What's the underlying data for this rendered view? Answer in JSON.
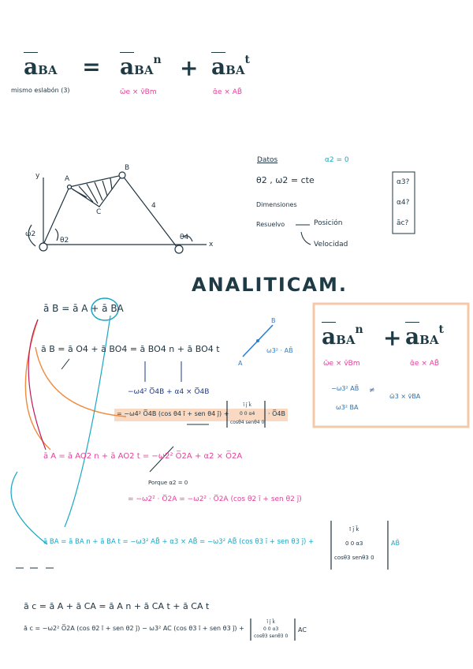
{
  "top": {
    "lhs": "a",
    "lhs_sub": "BA",
    "eq": "=",
    "t1": "a",
    "t1_sub": "BA",
    "t1_sup": "n",
    "plus": "+",
    "t2": "a",
    "t2_sub": "BA",
    "t2_sup": "t",
    "note_lhs": "mismo eslabón (3)",
    "note_t1": "ω̄e × v̄Bm",
    "note_t2": "ᾱe × AB̄"
  },
  "linkage": {
    "label_y": "y",
    "label_x": "x",
    "label_A": "A",
    "label_B": "B",
    "label_C": "C",
    "label_4": "4",
    "label_w2": "ω2",
    "label_th2": "θ2",
    "label_th4": "θ4"
  },
  "datos": {
    "title": "Datos",
    "line1": "θ2 , ω2 = cte",
    "alpha2": "α2 = 0",
    "line2": "Dimensiones",
    "line3": "Resuelvo",
    "posicion": "Posición",
    "velocidad": "Velocidad"
  },
  "unknowns": [
    "α3?",
    "α4?",
    "āc?"
  ],
  "heading": "ANALITICAM.",
  "eqs": {
    "e1": "ā B = ā A + ā BA",
    "e2": "ā B = ā O4 + ā BO4 = ā BO4 n + ā BO4 t",
    "e2_sub": "−ω4² O̅4B   +   α4 × O̅4B",
    "e2_expand": "= −ω4² O̅4B (cos θ4 ī + sen θ4 j̄) +",
    "e2_det": [
      "ī  j̄  k̄",
      "0  0  α4",
      "cosθ4 senθ4 0"
    ],
    "e2_tail": "· O̅4B",
    "vec_label": "ω3² · AB̄",
    "vec_A": "A",
    "vec_B": "B",
    "e3": "ā A = ā AO2 n + ā AO2 t = −ω2² O̅2A + α2 × O̅2A",
    "e3_note": "Porque α2 = 0",
    "e3_result": "= −ω2² · O̅2A = −ω2² · O̅2A (cos θ2 ī + sen θ2 j̄)",
    "e4": "ā BA = ā BA n + ā BA t = −ω3² AB̄ + α3 × AB̄ = −ω3² AB̄ (cos θ3 ī + sen θ3 j̄) +",
    "e4_det": [
      "ī  j̄  k̄",
      "0  0  α3",
      "cosθ3 senθ3 0"
    ],
    "e4_tail": "AB̄",
    "e5": "ā c = ā A + ā CA = ā A n + ā CA t + ā CA t",
    "e6": "ā c = −ω2² O̅2A (cos θ2 ī + sen θ2 j̄) − ω3² AC (cos θ3 ī + sen θ3 j̄) +",
    "e6_det": [
      "ī  j̄  k̄",
      "0  0  α3",
      "cosθ3 senθ3 0"
    ],
    "e6_tail": "AC"
  },
  "box": {
    "t1": "a",
    "t1_sub": "BA",
    "t1_sup": "n",
    "plus": "+",
    "t2": "a",
    "t2_sub": "BA",
    "t2_sup": "t",
    "note_t1": "ω̄e × v̄Bm",
    "note_t2": "ᾱe × AB̄",
    "line1": "−ω3² AB̄",
    "neq": "≠",
    "line1b": "ω̄3 × v̄BA",
    "line2": "ω3² BA"
  },
  "colors": {
    "dark": "#1e3340",
    "pink": "#e6409a",
    "cyan": "#1aa7c4",
    "orange": "#f08a3c",
    "highlight": "#f8d2b6",
    "box_border": "#f5c9a8"
  }
}
